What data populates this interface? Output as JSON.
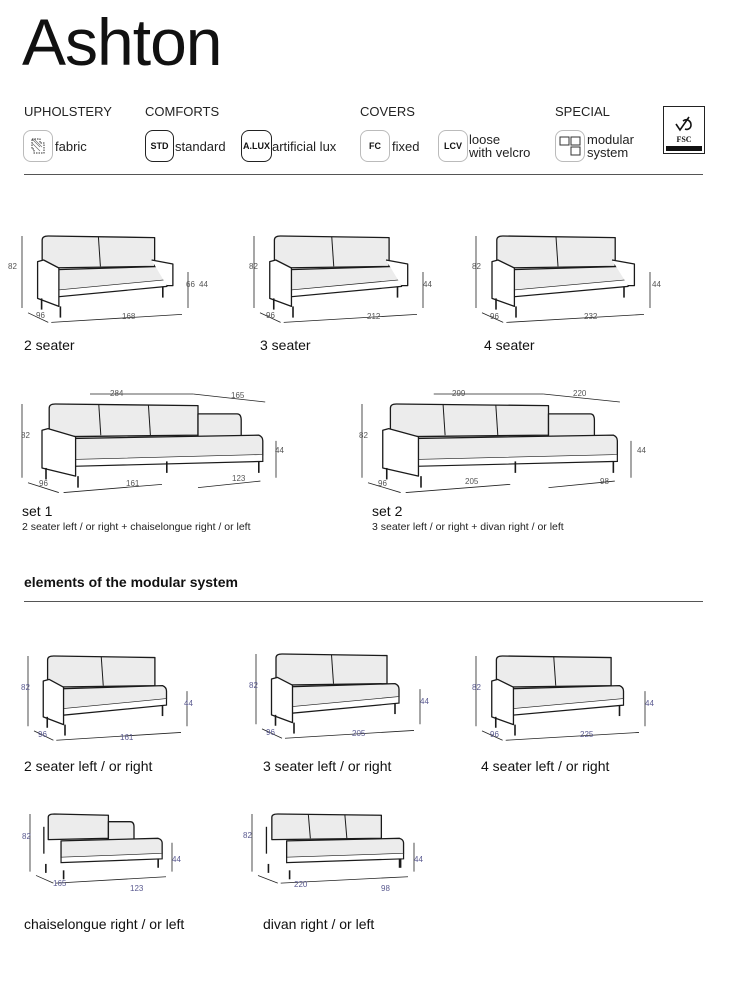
{
  "title": "Ashton",
  "legend": {
    "categories": [
      "UPHOLSTERY",
      "COMFORTS",
      "COVERS",
      "SPECIAL"
    ],
    "items": [
      {
        "code": "",
        "label": "fabric",
        "icon": "fabric-icon"
      },
      {
        "code": "STD",
        "label": "standard"
      },
      {
        "code": "A.LUX",
        "label": "artificial lux"
      },
      {
        "code": "FC",
        "label": "fixed"
      },
      {
        "code": "LCV",
        "label_line1": "loose",
        "label_line2": "with velcro"
      },
      {
        "code": "",
        "label_line1": "modular",
        "label_line2": "system",
        "icon": "modular-icon"
      }
    ],
    "fsc": "FSC"
  },
  "products": [
    {
      "caption": "2 seater",
      "dims": {
        "h": "82",
        "arm": "66",
        "seat": "44",
        "d": "96",
        "w": "168"
      }
    },
    {
      "caption": "3 seater",
      "dims": {
        "h": "82",
        "seat": "44",
        "d": "96",
        "w": "212"
      }
    },
    {
      "caption": "4 seater",
      "dims": {
        "h": "82",
        "seat": "44",
        "d": "96",
        "w": "232"
      }
    },
    {
      "caption": "set 1",
      "subtitle": "2 seater left / or right + chaiselongue right / or left",
      "dims": {
        "top": "284",
        "top2": "165",
        "h": "82",
        "seat": "44",
        "d": "96",
        "w": "161",
        "w2": "123"
      }
    },
    {
      "caption": "set 2",
      "subtitle": "3 seater left / or right + divan right / or left",
      "dims": {
        "top": "299",
        "top2": "220",
        "h": "82",
        "seat": "44",
        "d": "96",
        "w": "205",
        "w2": "98"
      }
    }
  ],
  "modular": {
    "heading": "elements of the modular system",
    "elements": [
      {
        "caption": "2 seater left / or right",
        "dims": {
          "h": "82",
          "seat": "44",
          "d": "96",
          "w": "161"
        }
      },
      {
        "caption": "3 seater left / or right",
        "dims": {
          "h": "82",
          "seat": "44",
          "d": "96",
          "w": "205"
        }
      },
      {
        "caption": "4 seater left / or right",
        "dims": {
          "h": "82",
          "seat": "44",
          "d": "96",
          "w": "225"
        }
      },
      {
        "caption": "chaiselongue right / or left",
        "dims": {
          "h": "82",
          "seat": "44",
          "d": "165",
          "w": "123"
        }
      },
      {
        "caption": "divan right / or left",
        "dims": {
          "h": "82",
          "seat": "44",
          "d": "220",
          "w": "98"
        }
      }
    ]
  }
}
